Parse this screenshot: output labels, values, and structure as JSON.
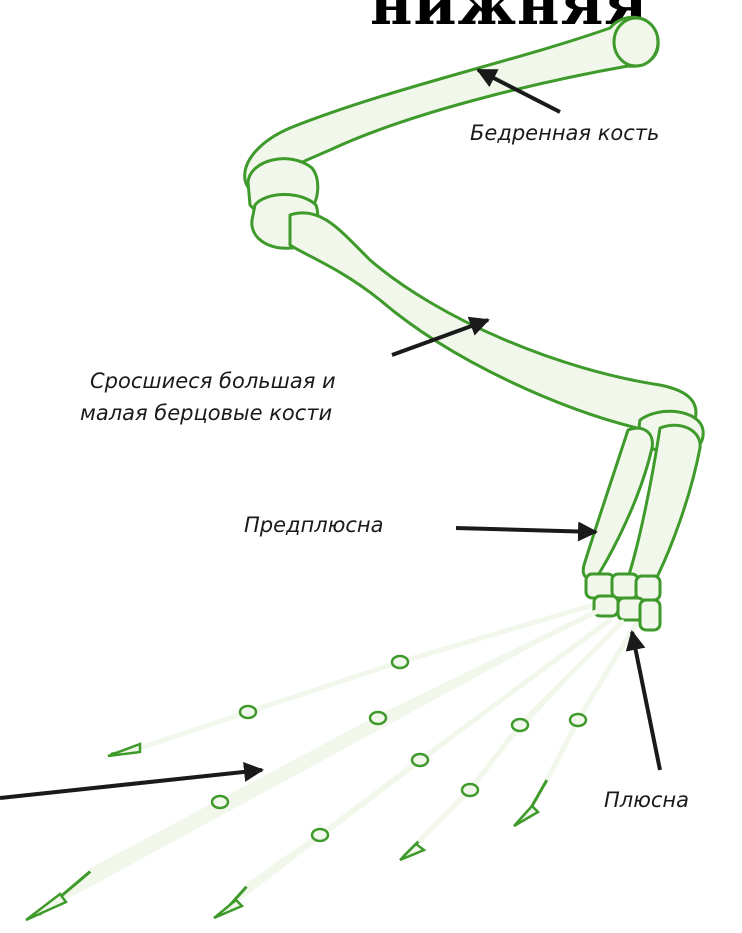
{
  "title_fragment": "нижняя",
  "labels": {
    "femur": "Бедренная кость",
    "tibiofibula_line1": "Сросшиеся большая и",
    "tibiofibula_line2": "малая берцовые кости",
    "tarsus": "Предплюсна",
    "metatarsus": "Плюсна"
  },
  "colors": {
    "bone_fill": "#f1f7ea",
    "bone_stroke": "#3f9a2c",
    "arrow": "#1a1a1a",
    "label_text": "#1a1a1a"
  }
}
